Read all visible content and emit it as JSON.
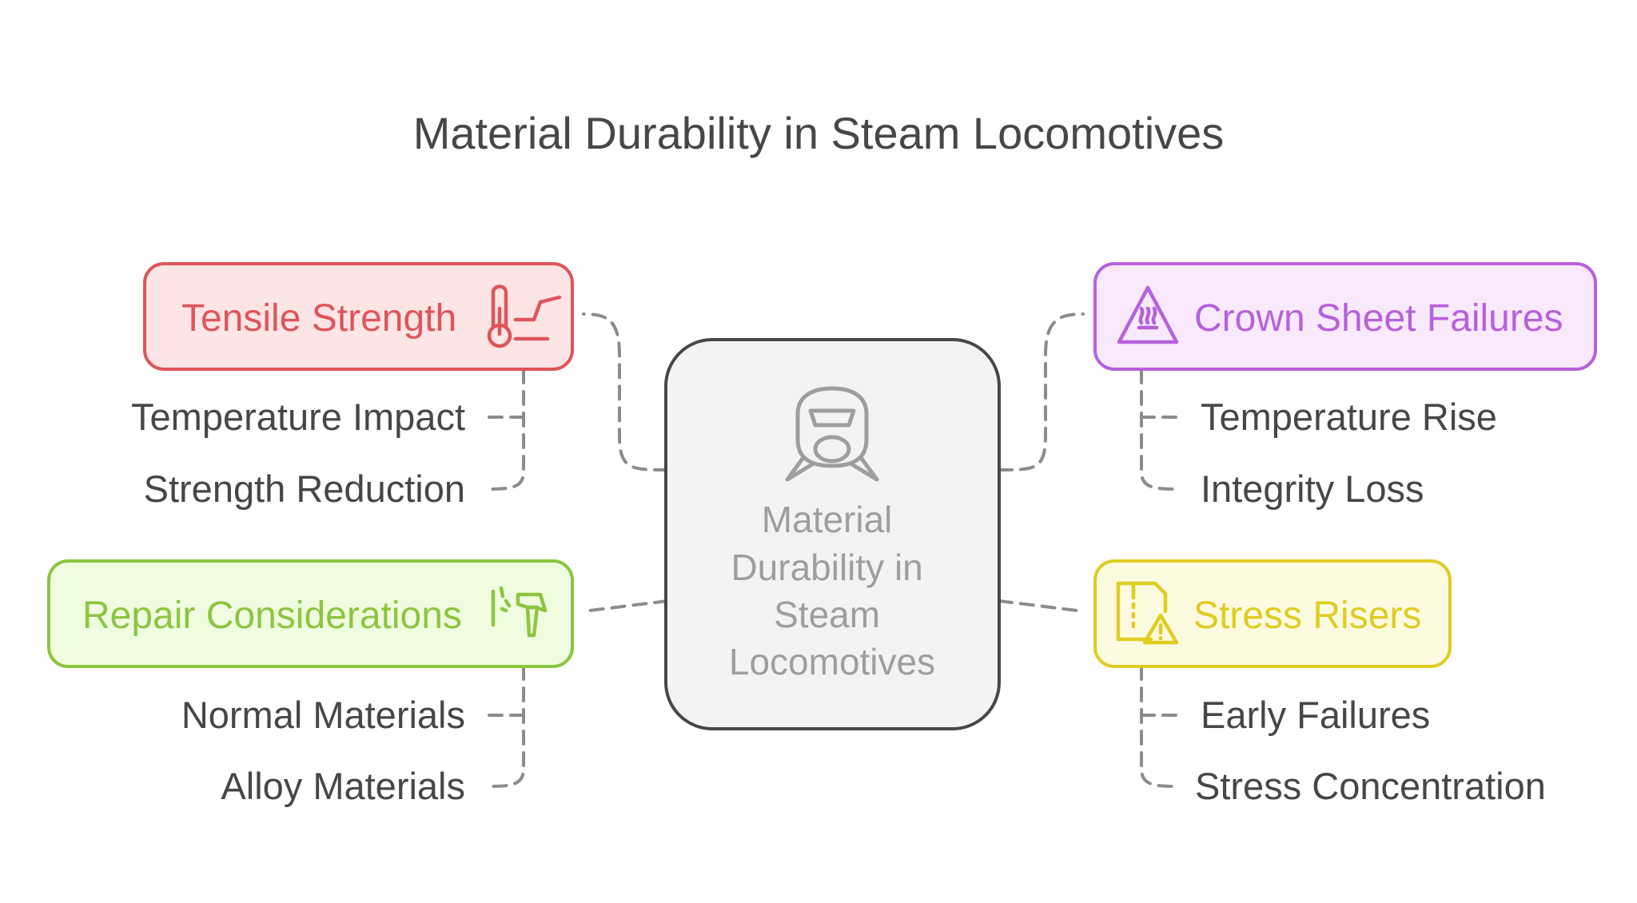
{
  "title": "Material Durability in Steam Locomotives",
  "center": {
    "lines": [
      "Material",
      "Durability in",
      "Steam",
      "Locomotives"
    ],
    "icon": "train-front-icon"
  },
  "nodes": {
    "tensile": {
      "label": "Tensile Strength",
      "icon": "thermometer-graph-icon",
      "color": "#e0545a",
      "fill": "#fde5e5",
      "subs": [
        "Temperature Impact",
        "Strength Reduction"
      ]
    },
    "crown": {
      "label": "Crown Sheet Failures",
      "icon": "heat-warning-icon",
      "color": "#b761dc",
      "fill": "#f8e9fd",
      "subs": [
        "Temperature Rise",
        "Integrity Loss"
      ]
    },
    "repair": {
      "label": "Repair Considerations",
      "icon": "hammer-icon",
      "color": "#8cc63f",
      "fill": "#f0fce0",
      "subs": [
        "Normal Materials",
        "Alloy Materials"
      ]
    },
    "stress": {
      "label": "Stress Risers",
      "icon": "document-warning-icon",
      "color": "#e0cc22",
      "fill": "#fdfbdf",
      "subs": [
        "Early Failures",
        "Stress Concentration"
      ]
    }
  }
}
